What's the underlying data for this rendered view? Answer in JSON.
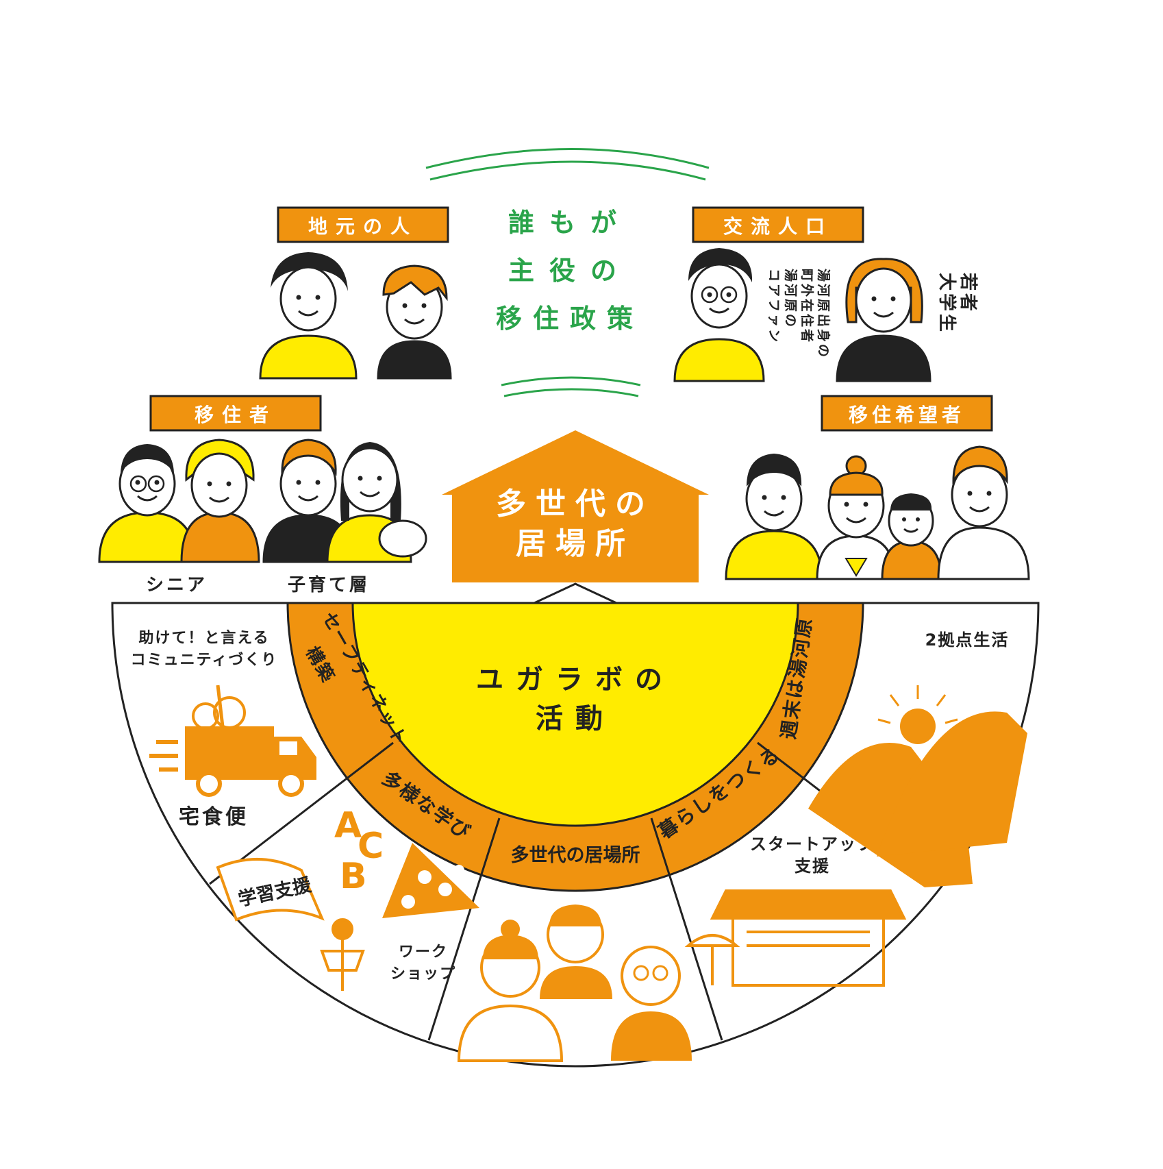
{
  "title": {
    "line1": "誰もが",
    "line2": "主役の",
    "line3": "移住政策"
  },
  "groups": {
    "local": "地元の人",
    "exchange": "交流人口",
    "movers": "移住者",
    "hopefuls": "移住希望者"
  },
  "people_labels": {
    "senior": "シニア",
    "parenting": "子育て層",
    "yugawara_fan_col1": "湯河原の",
    "yugawara_fan_col2": "コアファン",
    "native_col1": "湯河原出身の",
    "native_col2": "町外在住者",
    "student_col1": "若者",
    "student_col2": "大学生"
  },
  "house": {
    "line1": "多世代の",
    "line2": "居場所"
  },
  "center": {
    "line1": "ユガラボの",
    "line2": "活動"
  },
  "ring": {
    "safety_line1": "セーフティネット",
    "safety_line2": "構築",
    "learning": "多様な学び",
    "place": "多世代の居場所",
    "living": "暮らしをつくる",
    "weekend": "週末は湯河原"
  },
  "outer": {
    "community_line1": "助けて！と言える",
    "community_line2": "コミュニティづくり",
    "delivery": "宅食便",
    "study_support": "学習支援",
    "abc_a": "A",
    "abc_b": "B",
    "abc_c": "C",
    "workshop_line1": "ワーク",
    "workshop_line2": "ショップ",
    "startup_line1": "スタートアップ",
    "startup_line2": "支援",
    "dual_base": "2拠点生活"
  },
  "colors": {
    "orange": "#f0930f",
    "yellow": "#ffec00",
    "green": "#2aa44a",
    "ink": "#222222",
    "white": "#ffffff"
  }
}
